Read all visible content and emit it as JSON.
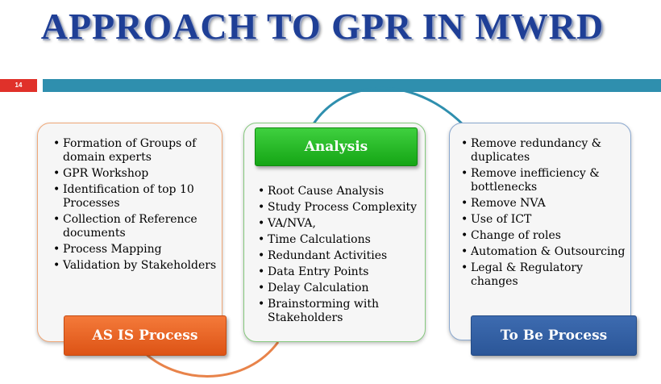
{
  "slide": {
    "title": "APPROACH TO GPR IN MWRD",
    "number": "14"
  },
  "panels": {
    "as_is": {
      "label": "AS IS Process",
      "items": [
        "Formation of Groups of domain experts",
        "GPR Workshop",
        "Identification of top 10 Processes",
        "Collection of Reference documents",
        "Process Mapping",
        "Validation by Stakeholders"
      ]
    },
    "analysis": {
      "label": "Analysis",
      "items": [
        "Root Cause Analysis",
        "Study Process Complexity",
        "VA/NVA,",
        "Time Calculations",
        "Redundant Activities",
        "Data Entry Points",
        "Delay Calculation",
        "Brainstorming with Stakeholders"
      ]
    },
    "to_be": {
      "label": "To Be Process",
      "items": [
        "Remove redundancy & duplicates",
        "Remove inefficiency & bottlenecks",
        "Remove NVA",
        "Use of ICT",
        "Change of roles",
        "Automation & Outsourcing",
        "Legal & Regulatory changes"
      ]
    }
  },
  "colors": {
    "title": "#1f3f96",
    "band": "#2f8fae",
    "slide_number_bg": "#e0312a",
    "as_is": "#ee6a2a",
    "analysis": "#22b522",
    "to_be": "#335f9f"
  }
}
